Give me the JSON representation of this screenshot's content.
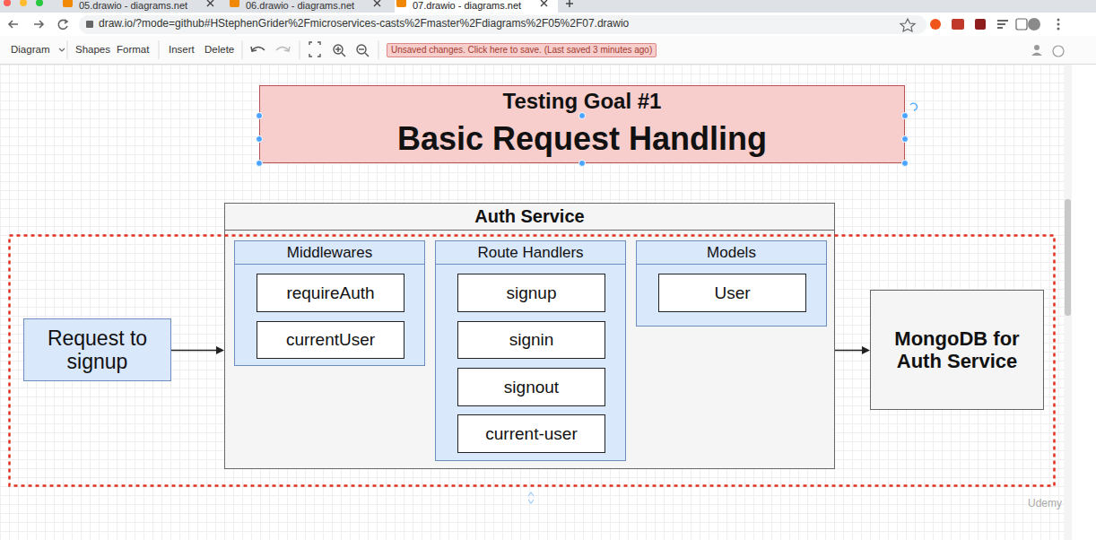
{
  "diagram": {
    "nodes": [
      {
        "text": [
          "Testing Goal #1",
          "Basic Request Handling"
        ]
      },
      {
        "text": [
          "Request to signup"
        ]
      },
      {
        "text": [
          "Auth Service"
        ]
      },
      {
        "text": [
          "Middlewares"
        ],
        "in": 2
      },
      {
        "text": [
          "requireAuth"
        ],
        "in": 3
      },
      {
        "text": [
          "currentUser"
        ],
        "in": 3
      },
      {
        "text": [
          "Route Handlers"
        ],
        "in": 2
      },
      {
        "text": [
          "signup"
        ],
        "in": 6
      },
      {
        "text": [
          "signin"
        ],
        "in": 6
      },
      {
        "text": [
          "signout"
        ],
        "in": 6
      },
      {
        "text": [
          "current-user"
        ],
        "in": 6
      },
      {
        "text": [
          "Models"
        ],
        "in": 2
      },
      {
        "text": [
          "User"
        ],
        "in": 11
      },
      {
        "text": [
          "MongoDB for Auth Service"
        ]
      }
    ],
    "edges": [
      {
        "from": 1,
        "to": 2,
        "arrow": "to"
      },
      {
        "from": 2,
        "to": 13,
        "arrow": "to"
      }
    ],
    "labels": [
      "05.drawio - diagrams.net",
      "06.drawio - diagrams.net",
      "07.drawio - diagrams.net",
      "draw.io/?mode=github#HStephenGrider%2Fmicroservices-casts%2Fmaster%2Fdiagrams%2F05%2F07.drawio",
      "Diagram",
      "Shapes",
      "Format",
      "Insert",
      "Delete",
      "Unsaved changes. Click here to save. (Last saved 3 minutes ago)",
      "Udemy"
    ]
  }
}
